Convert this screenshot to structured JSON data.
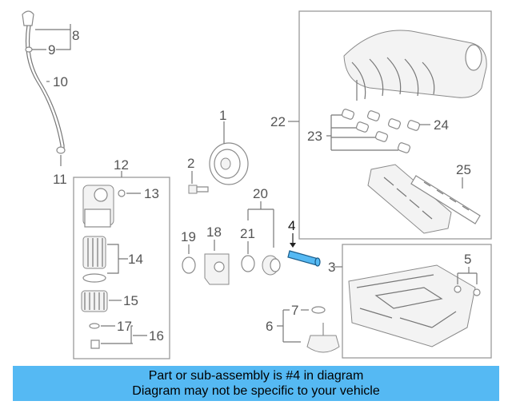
{
  "labels": {
    "p1": "1",
    "p2": "2",
    "p3": "3",
    "p4": "4",
    "p5": "5",
    "p6": "6",
    "p7": "7",
    "p8": "8",
    "p9": "9",
    "p10": "10",
    "p11": "11",
    "p12": "12",
    "p13": "13",
    "p14": "14",
    "p15": "15",
    "p16": "16",
    "p17": "17",
    "p18": "18",
    "p19": "19",
    "p20": "20",
    "p21": "21",
    "p22": "22",
    "p23": "23",
    "p24": "24",
    "p25": "25"
  },
  "highlight": {
    "part_number": "4",
    "color": "#55b9f3"
  },
  "banner": {
    "line1": "Part or sub-assembly is #4 in diagram",
    "line2": "Diagram may not be specific to your vehicle",
    "background": "#55b9f3"
  }
}
